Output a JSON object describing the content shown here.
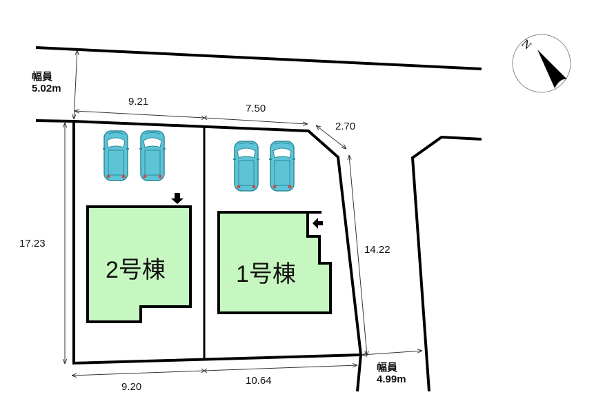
{
  "road_north": {
    "label": "幅員",
    "width": "5.02m"
  },
  "road_east": {
    "label": "幅員",
    "width": "4.99m"
  },
  "dimensions": {
    "top_left": "9.21",
    "top_right": "7.50",
    "corner_cut": "2.70",
    "left_side": "17.23",
    "right_side": "14.22",
    "bottom_left": "9.20",
    "bottom_right": "10.64"
  },
  "buildings": [
    {
      "label": "2号棟",
      "fill": "#c6f7c0"
    },
    {
      "label": "1号棟",
      "fill": "#c6f7c0"
    }
  ],
  "compass": {
    "label": "N"
  },
  "colors": {
    "car": "#5cc4d6",
    "outline": "#000000",
    "building": "#c6f7c0"
  }
}
